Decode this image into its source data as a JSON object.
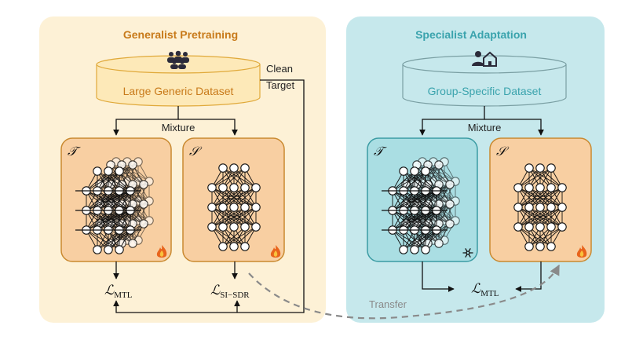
{
  "left_panel": {
    "title": "Generalist Pretraining",
    "dataset_label": "Large Generic Dataset",
    "clean_target_line1": "Clean",
    "clean_target_line2": "Target",
    "mixture_label": "Mixture",
    "teacher_symbol": "𝒯",
    "student_symbol": "𝒮",
    "teacher_status_icon": "fire-icon",
    "student_status_icon": "fire-icon",
    "loss_teacher": {
      "main": "ℒ",
      "sub": "MTL"
    },
    "loss_student": {
      "main": "ℒ",
      "sub": "SI−SDR"
    }
  },
  "right_panel": {
    "title": "Specialist Adaptation",
    "dataset_label": "Group-Specific Dataset",
    "mixture_label": "Mixture",
    "teacher_symbol": "𝒯",
    "student_symbol": "𝒮",
    "teacher_status_icon": "snowflake-icon",
    "student_status_icon": "fire-icon",
    "loss": {
      "main": "ℒ",
      "sub": "MTL"
    }
  },
  "transfer_label": "Transfer",
  "colors": {
    "left_bg": "#fdf1d6",
    "right_bg": "#c6e8ec",
    "left_title": "#c87a1a",
    "right_title": "#3aa3ad",
    "orange_box": "#f8cfa2",
    "orange_border": "#c9892f",
    "teal_box": "#aadee3",
    "teal_border": "#3a9ba3",
    "arrow": "#111111",
    "transfer": "#8a8a8a"
  }
}
